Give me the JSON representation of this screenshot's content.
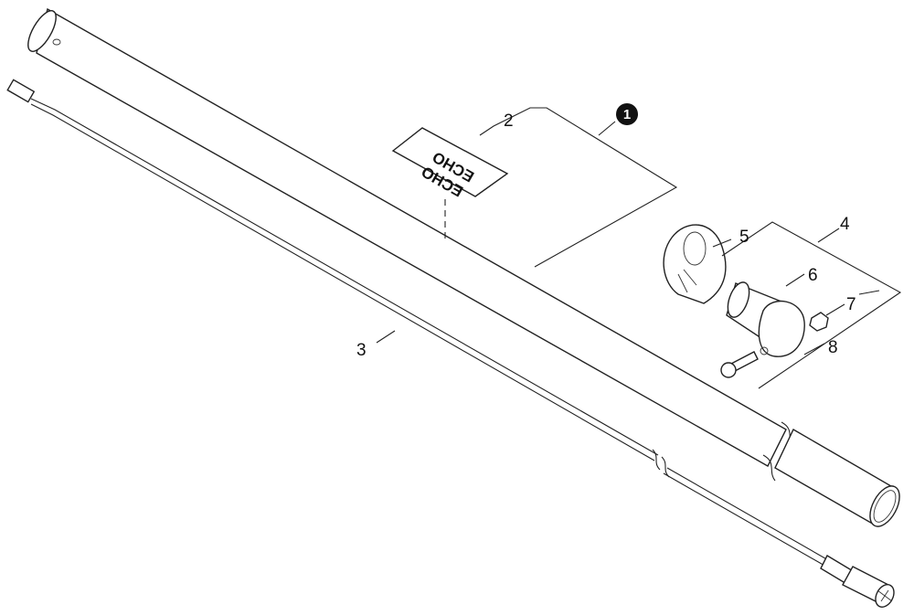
{
  "callouts": {
    "c1": "1",
    "c2": "2",
    "c3": "3",
    "c4": "4",
    "c5": "5",
    "c6": "6",
    "c7": "7",
    "c8": "8"
  },
  "decal": {
    "brand_top": "ECHO",
    "brand_bottom": "ECHO"
  },
  "colors": {
    "ink": "#222222",
    "badge": "#111111",
    "background": "#ffffff"
  }
}
